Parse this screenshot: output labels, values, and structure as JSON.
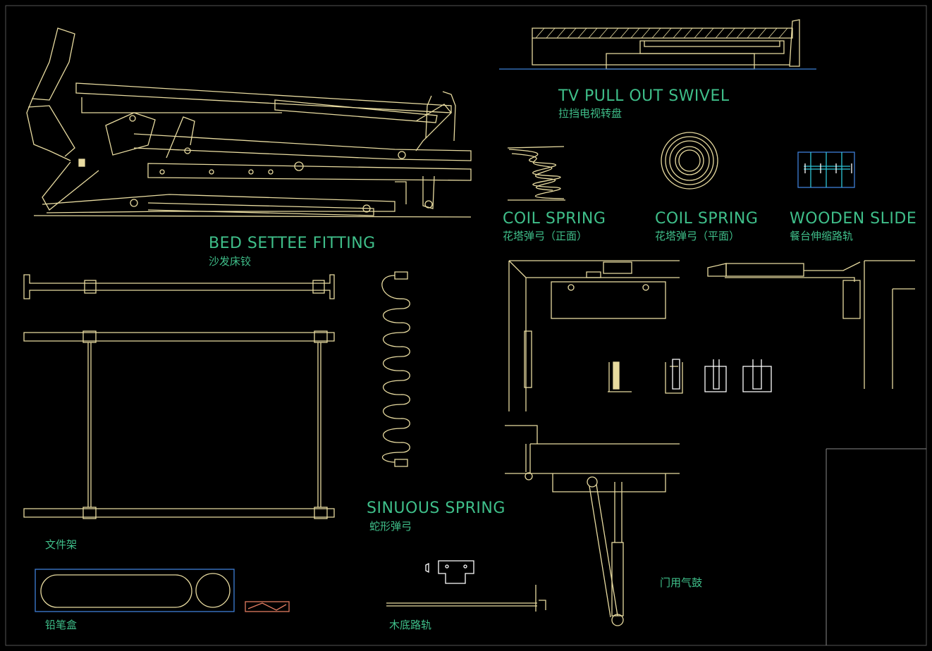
{
  "drawing": {
    "background_color": "#000000",
    "line_color": "#e8dba0",
    "label_color": "#3fbf8a",
    "labels": {
      "tv_en": "TV PULL OUT SWIVEL",
      "tv_cn": "拉挡电视转盘",
      "coil_front_en": "COIL SPRING",
      "coil_front_cn": "花塔弹弓（正面）",
      "coil_plan_en": "COIL SPRING",
      "coil_plan_cn": "花塔弹弓（平面）",
      "slide_en": "WOODEN SLIDE",
      "slide_cn": "餐台伸缩路轨",
      "bed_en": "BED SETTEE FITTING",
      "bed_cn": "沙发床铰",
      "sinuous_en": "SINUOUS SPRING",
      "sinuous_cn": "蛇形弹弓",
      "file_rack_cn": "文件架",
      "pencil_box_cn": "铅笔盒",
      "wood_rail_cn": "木底路轨",
      "gas_strut_cn": "门用气鼓"
    }
  }
}
